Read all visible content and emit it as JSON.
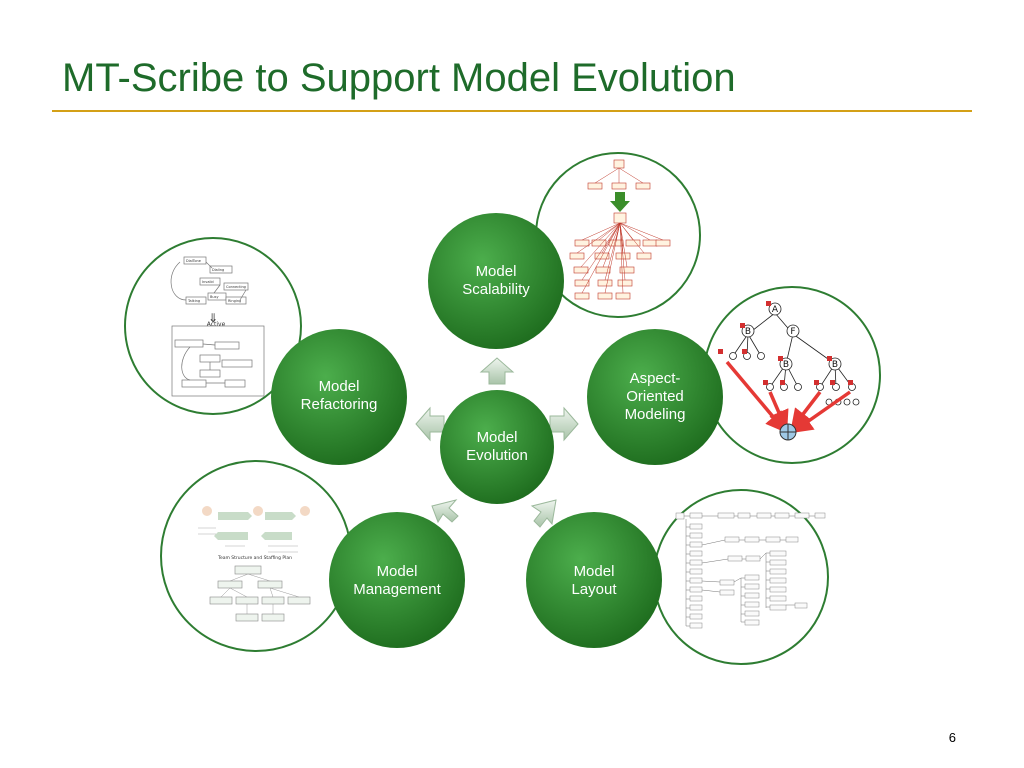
{
  "title": "MT-Scribe to Support Model Evolution",
  "page_number": "6",
  "colors": {
    "title": "#1e6b2a",
    "rule": "#d4a017",
    "node": "#2f8a2f",
    "outline": "#2e7d32"
  },
  "center": {
    "label": "Model\nEvolution"
  },
  "nodes": [
    {
      "id": "scalability",
      "label": "Model\nScalability"
    },
    {
      "id": "aspect",
      "label": "Aspect-\nOriented\nModeling"
    },
    {
      "id": "layout",
      "label": "Model\nLayout"
    },
    {
      "id": "management",
      "label": "Model\nManagement"
    },
    {
      "id": "refactoring",
      "label": "Model\nRefactoring"
    }
  ],
  "thumbnails": {
    "refactoring": {
      "arrow": "⇓",
      "container_title": "Active",
      "states": [
        "DialTone",
        "Dialing",
        "Invalid",
        "Connecting",
        "Busy",
        "Talking",
        "Ringing"
      ]
    },
    "aspect": {
      "tree_labels": [
        "A",
        "B",
        "F",
        "B",
        "B"
      ]
    },
    "management": {
      "caption": "Team Structure and Staffing Plan"
    }
  }
}
